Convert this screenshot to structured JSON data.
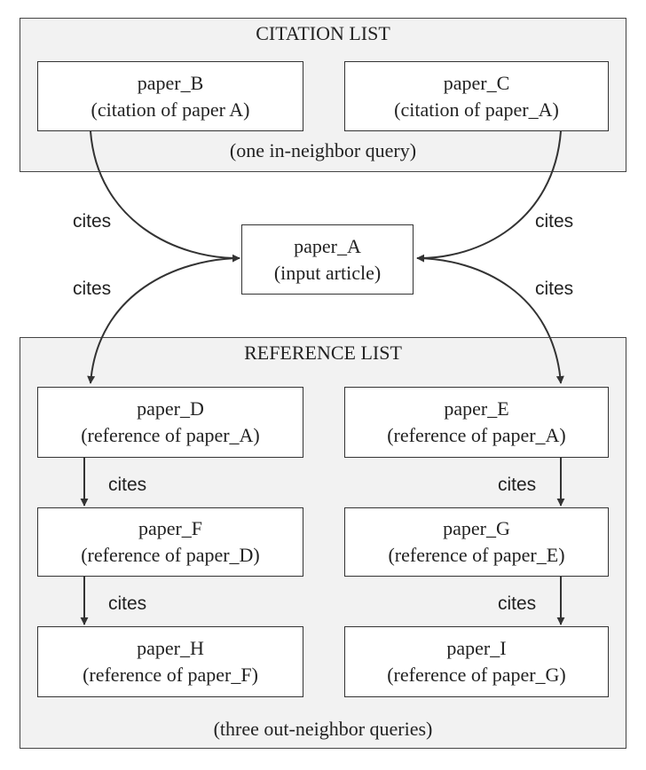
{
  "clusters": {
    "citation": {
      "title": "CITATION LIST",
      "caption": "(one in-neighbor query)"
    },
    "reference": {
      "title": "REFERENCE LIST",
      "caption": "(three out-neighbor queries)"
    }
  },
  "nodes": {
    "paper_a": {
      "name": "paper_A",
      "role": "(input article)"
    },
    "paper_b": {
      "name": "paper_B",
      "role": "(citation of paper A)"
    },
    "paper_c": {
      "name": "paper_C",
      "role": "(citation of paper_A)"
    },
    "paper_d": {
      "name": "paper_D",
      "role": "(reference of paper_A)"
    },
    "paper_e": {
      "name": "paper_E",
      "role": "(reference of paper_A)"
    },
    "paper_f": {
      "name": "paper_F",
      "role": "(reference of paper_D)"
    },
    "paper_g": {
      "name": "paper_G",
      "role": "(reference of paper_E)"
    },
    "paper_h": {
      "name": "paper_H",
      "role": "(reference of paper_F)"
    },
    "paper_i": {
      "name": "paper_I",
      "role": "(reference of paper_G)"
    }
  },
  "edges": [
    {
      "from": "paper_B",
      "to": "paper_A",
      "label": "cites"
    },
    {
      "from": "paper_C",
      "to": "paper_A",
      "label": "cites"
    },
    {
      "from": "paper_A",
      "to": "paper_D",
      "label": "cites"
    },
    {
      "from": "paper_A",
      "to": "paper_E",
      "label": "cites"
    },
    {
      "from": "paper_D",
      "to": "paper_F",
      "label": "cites"
    },
    {
      "from": "paper_E",
      "to": "paper_G",
      "label": "cites"
    },
    {
      "from": "paper_F",
      "to": "paper_H",
      "label": "cites"
    },
    {
      "from": "paper_G",
      "to": "paper_I",
      "label": "cites"
    }
  ],
  "colors": {
    "cluster_fill": "#f2f2f2",
    "node_fill": "#ffffff",
    "stroke": "#333333"
  }
}
